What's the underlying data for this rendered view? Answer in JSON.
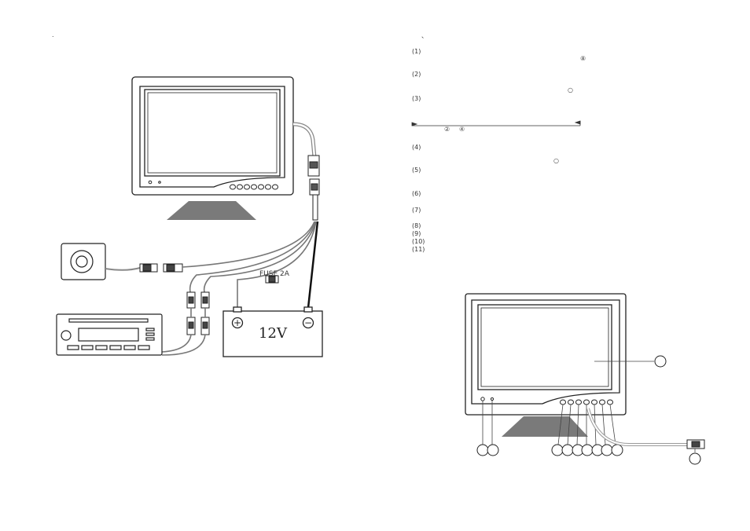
{
  "left_page": {
    "heading_mark": ".",
    "fuse_label": "FUSE 2A",
    "battery_voltage": "12V",
    "battery_plus": "+",
    "battery_minus": "−"
  },
  "right_page": {
    "heading_mark": "、",
    "list_items": [
      "(1)",
      "(2)",
      "(3)",
      "(4)",
      "(5)",
      "(6)",
      "(7)",
      "(8)",
      "(9)",
      "(10)",
      "(11)"
    ],
    "inline_refs": [
      "⑧",
      "○",
      "②",
      "④",
      "○"
    ]
  },
  "colors": {
    "line": "#222222",
    "stand": "#7a7a7a",
    "cable_gray": "#9a9a9a"
  }
}
